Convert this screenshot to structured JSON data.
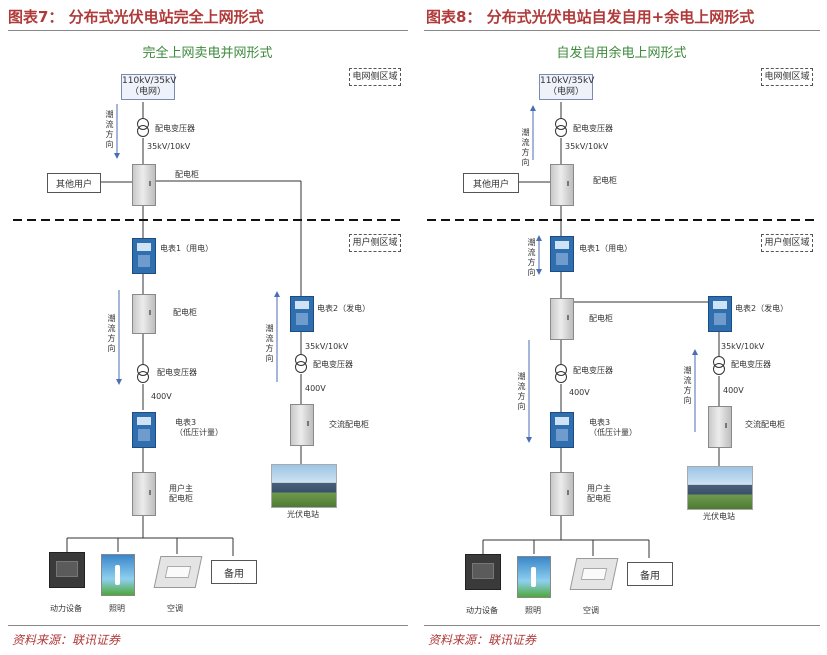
{
  "figures": [
    {
      "heading": "图表7：  分布式光伏电站完全上网形式",
      "diagram_title": "完全上网卖电并网形式",
      "grid_box": [
        "110kV/35kV",
        "（电网）"
      ],
      "grid_zone": "电网侧区域",
      "user_zone": "用户侧区域",
      "top_transformer": "配电变压器",
      "top_voltage": "35kV/10kV",
      "top_cabinet": "配电柜",
      "other_users": "其他用户",
      "flow_text": "潮流方向",
      "meter1": "电表1（用电）",
      "mid_cabinet": "配电柜",
      "mid_transformer": "配电变压器",
      "mid_voltage": "400V",
      "meter3": [
        "电表3",
        "（低压计量）"
      ],
      "user_cabinet": [
        "用户主",
        "配电柜"
      ],
      "meter2": "电表2（发电）",
      "pv_voltage": "35kV/10kV",
      "pv_transformer": "配电变压器",
      "pv_voltage_low": "400V",
      "ac_cabinet": "交流配电柜",
      "pv_station": "光伏电站",
      "loads": [
        "动力设备",
        "照明",
        "空调"
      ],
      "spare": "备用"
    },
    {
      "heading": "图表8：  分布式光伏电站自发自用+余电上网形式",
      "diagram_title": "自发自用余电上网形式",
      "grid_box": [
        "110kV/35kV",
        "（电网）"
      ],
      "grid_zone": "电网侧区域",
      "user_zone": "用户侧区域",
      "top_transformer": "配电变压器",
      "top_voltage": "35kV/10kV",
      "top_cabinet": "配电柜",
      "other_users": "其他用户",
      "flow_text": "潮流方向",
      "meter1": "电表1（用电）",
      "mid_cabinet": "配电柜",
      "mid_transformer": "配电变压器",
      "mid_voltage": "400V",
      "meter3": [
        "电表3",
        "（低压计量）"
      ],
      "user_cabinet": [
        "用户主",
        "配电柜"
      ],
      "meter2": "电表2（发电）",
      "pv_voltage": "35kV/10kV",
      "pv_transformer": "配电变压器",
      "pv_voltage_low": "400V",
      "ac_cabinet": "交流配电柜",
      "pv_station": "光伏电站",
      "loads": [
        "动力设备",
        "照明",
        "空调"
      ],
      "spare": "备用"
    }
  ],
  "source": "资料来源：联讯证券",
  "colors": {
    "heading": "#b03a3a",
    "diagram_title": "#3d8a3d",
    "flow_arrow": "#4a6fb5"
  }
}
